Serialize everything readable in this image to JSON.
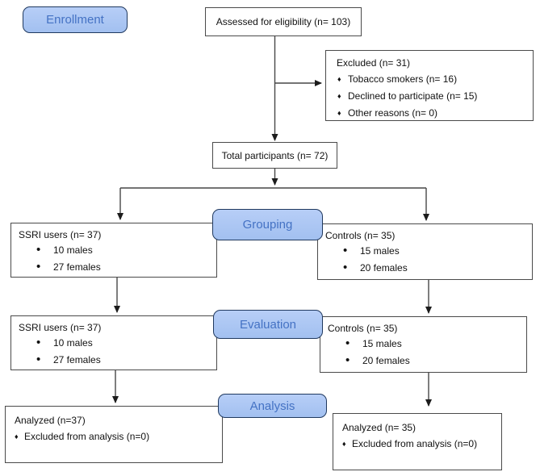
{
  "stage_labels": {
    "enrollment": "Enrollment",
    "grouping": "Grouping",
    "evaluation": "Evaluation",
    "analysis": "Analysis"
  },
  "boxes": {
    "assessed": {
      "text": "Assessed for eligibility (n= 103)"
    },
    "excluded": {
      "title": "Excluded (n= 31)",
      "items": [
        "Tobacco smokers (n= 16)",
        "Declined to participate (n= 15)",
        "Other reasons (n= 0)"
      ]
    },
    "total": {
      "text": "Total participants (n= 72)"
    },
    "group_ssri": {
      "title": "SSRI users (n= 37)",
      "items": [
        "10 males",
        "27 females"
      ]
    },
    "group_controls": {
      "title": "Controls (n= 35)",
      "items": [
        "15 males",
        "20 females"
      ]
    },
    "eval_ssri": {
      "title": "SSRI users (n= 37)",
      "items": [
        "10 males",
        "27 females"
      ]
    },
    "eval_controls": {
      "title": "Controls (n= 35)",
      "items": [
        "15 males",
        "20 females"
      ]
    },
    "analyzed_ssri": {
      "title": "Analyzed (n=37)",
      "items": [
        "Excluded from analysis (n=0)"
      ]
    },
    "analyzed_controls": {
      "title": "Analyzed (n= 35)",
      "items": [
        "Excluded from analysis (n=0)"
      ]
    }
  },
  "colors": {
    "label_fill_top": "#b7cef7",
    "label_fill_bottom": "#a2c0f0",
    "label_border": "#20395f",
    "label_text": "#4472c4",
    "line_color": "#474747",
    "arrow_color": "#1c1c1c",
    "box_border": "#4a4a4a",
    "box_text": "#111111"
  }
}
